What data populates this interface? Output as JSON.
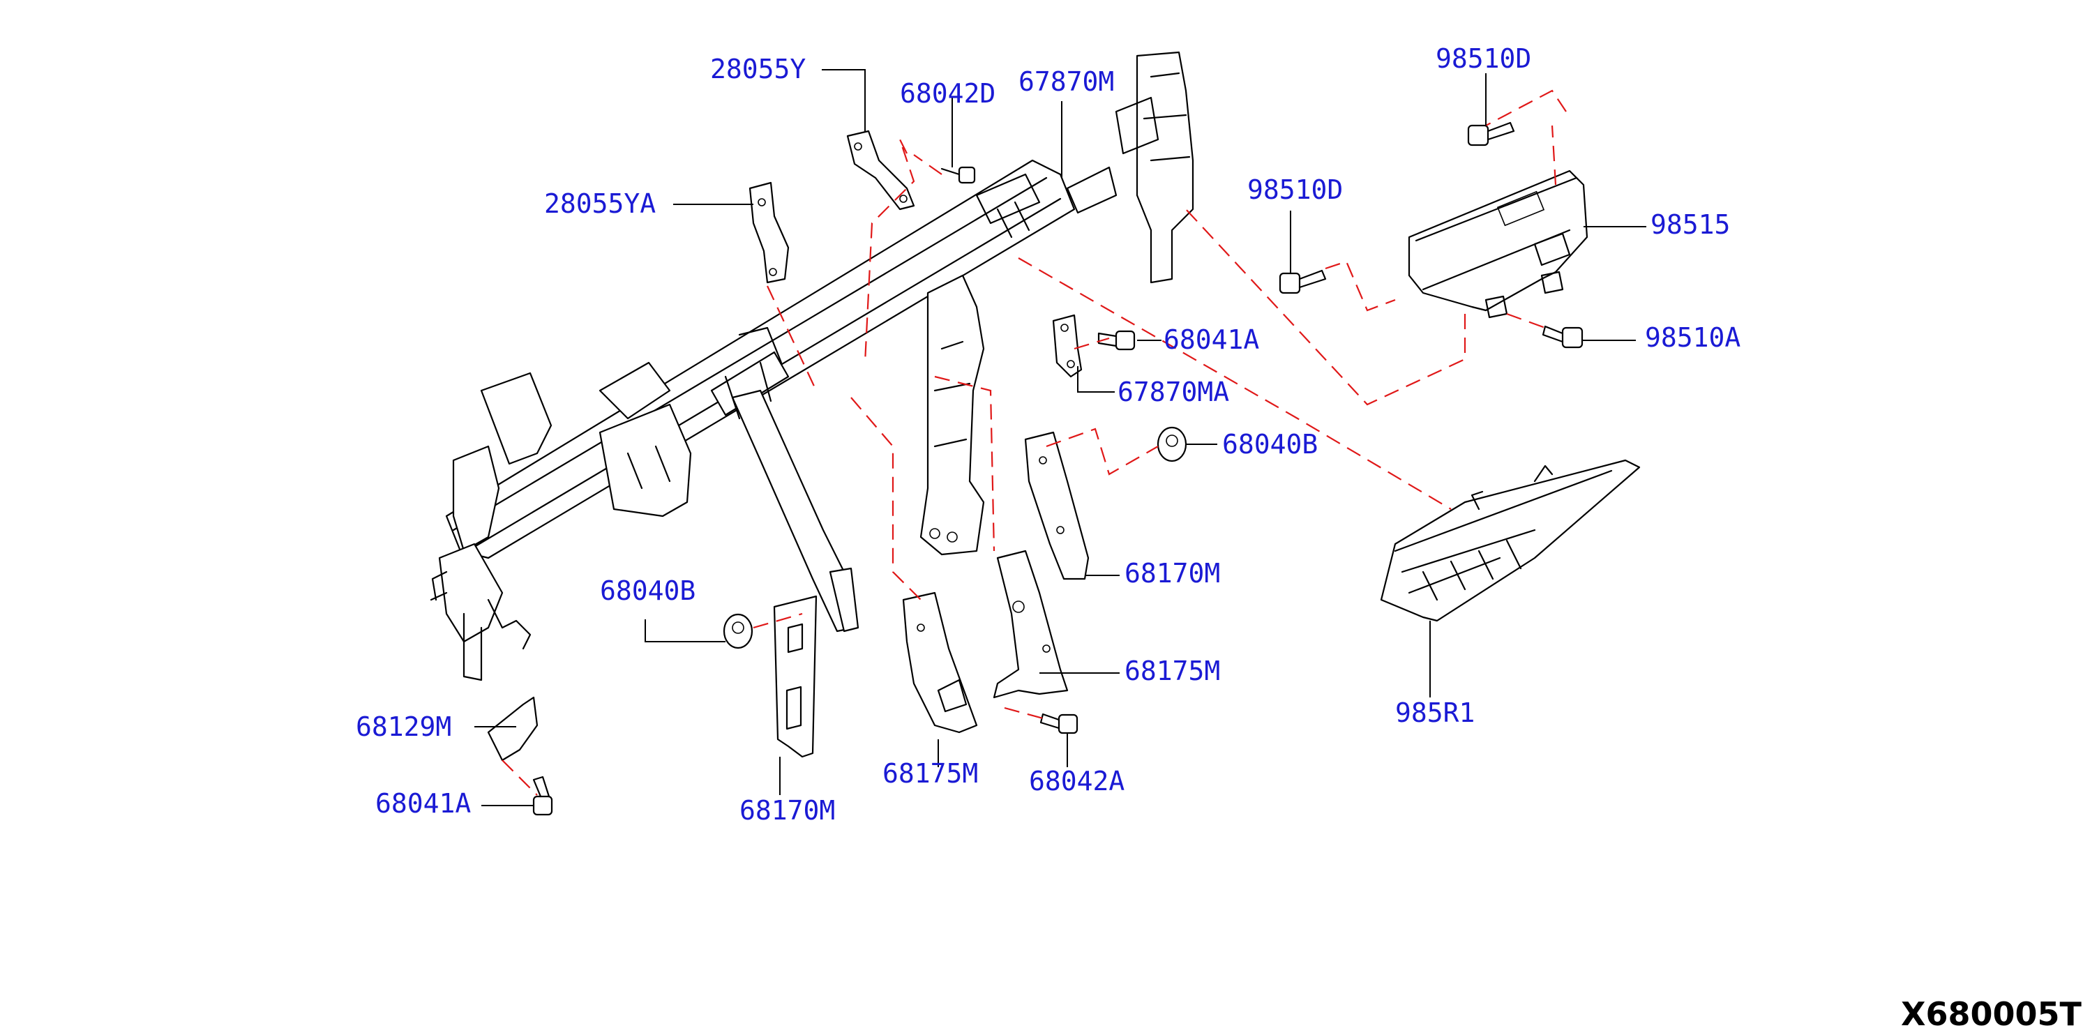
{
  "colors": {
    "label": "#1a1ad4",
    "dashed_line": "#e01818",
    "line_art": "#000000",
    "background": "#ffffff"
  },
  "labels": {
    "p_28055Y": "28055Y",
    "p_68042D": "68042D",
    "p_67870M": "67870M",
    "p_98510D_top": "98510D",
    "p_28055YA": "28055YA",
    "p_98510D_mid": "98510D",
    "p_98515": "98515",
    "p_68041A_top": "68041A",
    "p_98510A": "98510A",
    "p_67870MA": "67870MA",
    "p_68040B_right": "68040B",
    "p_68170M_right": "68170M",
    "p_68040B_left": "68040B",
    "p_68175M_right": "68175M",
    "p_985R1": "985R1",
    "p_68129M": "68129M",
    "p_68175M_left": "68175M",
    "p_68042A": "68042A",
    "p_68041A_bottom": "68041A",
    "p_68170M_left": "68170M"
  },
  "reference_code": "X680005T"
}
